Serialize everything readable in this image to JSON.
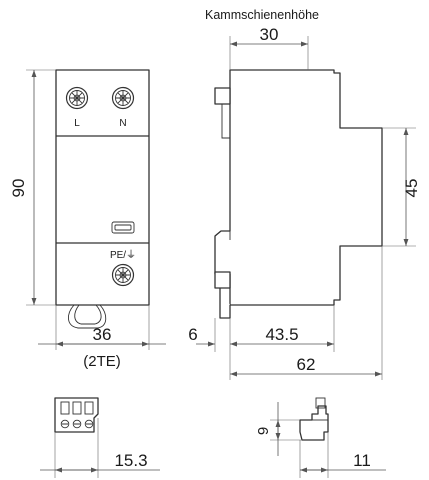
{
  "colors": {
    "line": "#333333",
    "dimension": "#555555",
    "background": "#ffffff"
  },
  "front_view": {
    "terminal_left": "L",
    "terminal_right": "N",
    "terminal_bottom": "PE/⏚"
  },
  "side_view": {
    "rail_height_label": "Kammschienenhöhe"
  },
  "dimensions": {
    "rail_height": "30",
    "height_total": "90",
    "height_profile": "45",
    "width_front": "36",
    "width_modules": "(2TE)",
    "depth_clip": "6",
    "depth_body": "43.5",
    "depth_total": "62",
    "connector_width": "15.3",
    "plug_height": "9",
    "plug_width": "11"
  }
}
